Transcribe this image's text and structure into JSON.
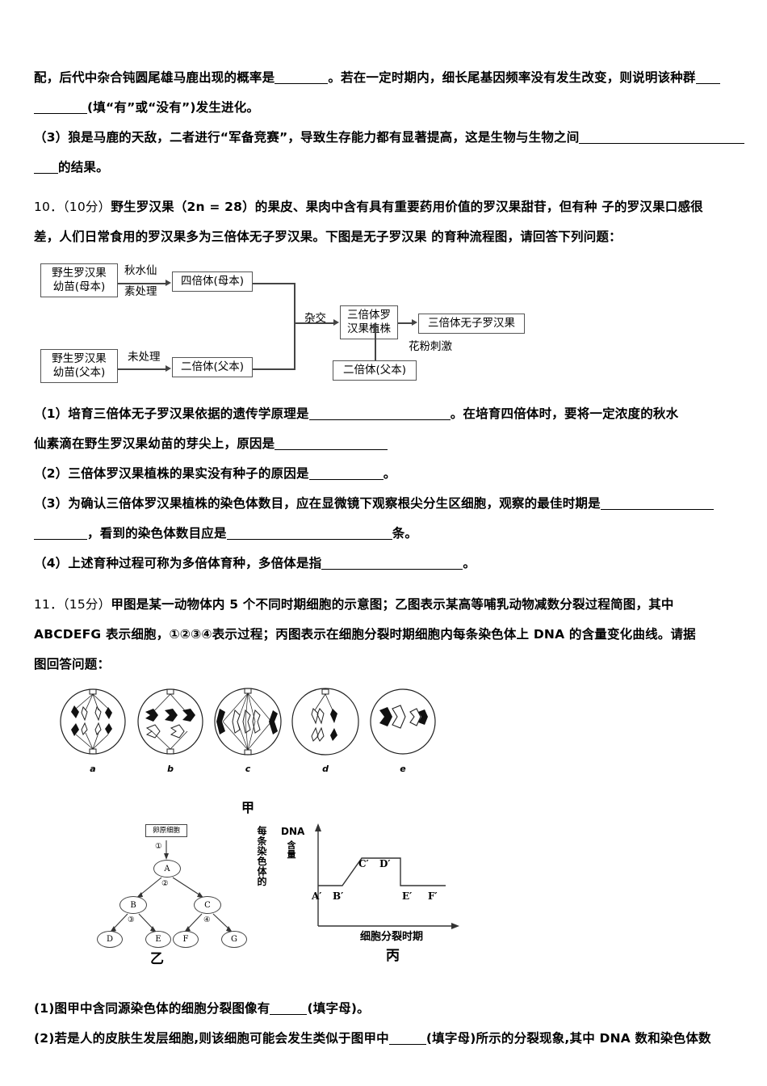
{
  "document": {
    "type": "biology-exam-paper",
    "language": "zh-CN"
  },
  "q9": {
    "line1_a": "配，后代中杂合钝圆尾雄马鹿出现的概率是",
    "line1_b": "。若在一定时期内，细长尾基因频率没有发生改变，则说明该种群",
    "line2": "(填“有”或“没有”)发生进化。",
    "line3_a": "（3）狼是马鹿的天敌，二者进行“军备竞赛”，导致生存能力都有显著提高，这是生物与生物之间",
    "line4": "的结果。"
  },
  "q10": {
    "number": "10．",
    "score": "（10分）",
    "stem_line1": "野生罗汉果（2n = 28）的果皮、果肉中含有具有重要药用价值的罗汉果甜苷，但有种 子的罗汉果口感很",
    "stem_line2": "差，人们日常食用的罗汉果多为三倍体无子罗汉果。下图是无子罗汉果 的育种流程图，请回答下列问题：",
    "flowchart": {
      "boxes": [
        {
          "id": "mother-seedling",
          "text_line1": "野生罗汉果",
          "text_line2": "幼苗(母本)"
        },
        {
          "id": "tetraploid-mother",
          "text_line1": "四倍体(母本)",
          "text_line2": ""
        },
        {
          "id": "father-seedling",
          "text_line1": "野生罗汉果",
          "text_line2": "幼苗(父本)"
        },
        {
          "id": "diploid-father",
          "text_line1": "二倍体(父本)",
          "text_line2": ""
        },
        {
          "id": "triploid-plant",
          "text_line1": "三倍体罗",
          "text_line2": "汉果植株"
        },
        {
          "id": "triploid-seedless-fruit",
          "text_line1": "三倍体无子罗汉果",
          "text_line2": ""
        },
        {
          "id": "diploid-father-2",
          "text_line1": "二倍体(父本)",
          "text_line2": ""
        }
      ],
      "labels": {
        "colchicine_l1": "秋水仙",
        "colchicine_l2": "素处理",
        "untreated": "未处理",
        "hybridize": "杂交",
        "pollen_stimulus": "花粉刺激"
      }
    },
    "questions": {
      "q1_a": "（1）培育三倍体无子罗汉果依据的遗传学原理是",
      "q1_b": "。在培育四倍体时，要将一定浓度的秋水",
      "q1_c": "仙素滴在野生罗汉果幼苗的芽尖上，原因是",
      "q2_a": "（2）三倍体罗汉果植株的果实没有种子的原因是",
      "q2_b": "。",
      "q3_a": "（3）为确认三倍体罗汉果植株的染色体数目，应在显微镜下观察根尖分生区细胞，观察的最佳时期是",
      "q3_b": "，看到的染色体数目应是",
      "q3_c": "条。",
      "q4_a": "（4）上述育种过程可称为多倍体育种，多倍体是指",
      "q4_b": "。"
    }
  },
  "q11": {
    "number": "11．",
    "score": "（15分）",
    "stem_line1": "甲图是某一动物体内 5 个不同时期细胞的示意图；乙图表示某高等哺乳动物减数分裂过程简图，其中",
    "stem_line2": "ABCDEFG 表示细胞，①②③④表示过程；丙图表示在细胞分裂时期细胞内每条染色体上 DNA 的含量变化曲线。请据",
    "stem_line3": "图回答问题：",
    "figure_jia": {
      "caption": "甲",
      "cells": [
        {
          "label": "a",
          "phase": "anaphase-mitosis-like"
        },
        {
          "label": "b",
          "phase": "metaphase"
        },
        {
          "label": "c",
          "phase": "anaphase"
        },
        {
          "label": "d",
          "phase": "telophase-haploid"
        },
        {
          "label": "e",
          "phase": "metaphase-meiosis-ii"
        }
      ]
    },
    "figure_yi": {
      "caption": "乙",
      "root_box": "卵原细胞",
      "nodes": [
        "A",
        "B",
        "C",
        "D",
        "E",
        "F",
        "G"
      ],
      "steps": [
        "①",
        "②",
        "③",
        "④"
      ]
    },
    "figure_bing": {
      "caption": "丙",
      "ylabel": "每条染色体的",
      "ylabel_2": "DNA",
      "ylabel_3": "含量",
      "xlabel": "细胞分裂时期",
      "points": [
        "A′",
        "B′",
        "C′",
        "D′",
        "E′",
        "F′"
      ]
    },
    "questions": {
      "q1_a": "(1)图甲中含同源染色体的细胞分裂图像有",
      "q1_b": "(填字母)。",
      "q2_a": "(2)若是人的皮肤生发层细胞,则该细胞可能会发生类似于图甲中",
      "q2_b": "(填字母)所示的分裂现象,其中 DNA 数和染色体数"
    }
  },
  "chart_data": {
    "type": "line",
    "title": "丙",
    "xlabel": "细胞分裂时期",
    "ylabel": "每条染色体的DNA含量",
    "x": [
      "A′",
      "B′",
      "C′",
      "D′",
      "E′",
      "F′"
    ],
    "values": [
      1,
      1,
      2,
      2,
      1,
      1
    ],
    "ylim": [
      0,
      2.6
    ],
    "grid": false,
    "legend": "none",
    "annotations": [
      "A′ 与 B′ 处于低水平(1)",
      "B′ 到 C′ 之间上升",
      "C′ 与 D′ 处于高水平(2)",
      "D′ 后骤降至 E′",
      "E′ 与 F′ 处于低水平(1)"
    ]
  },
  "colors": {
    "text": "#000000",
    "box_border": "#555555",
    "line": "#444444",
    "background": "#ffffff"
  }
}
